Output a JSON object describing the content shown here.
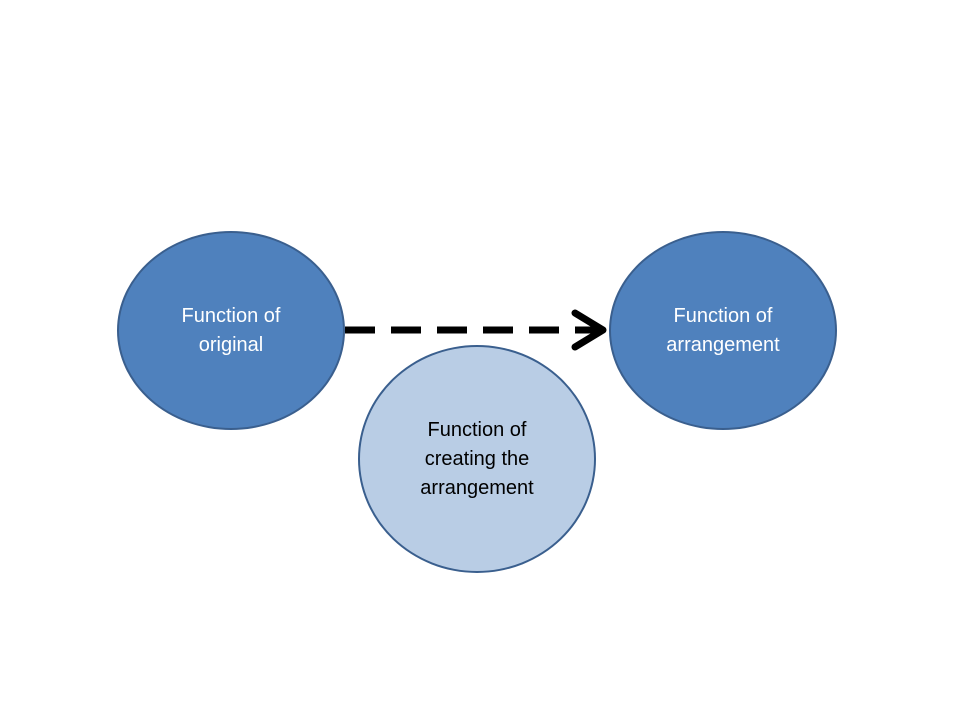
{
  "diagram": {
    "nodes": {
      "original": {
        "label": "Function of\noriginal",
        "fill": "#4f81bd",
        "text_color": "#ffffff"
      },
      "arrangement": {
        "label": "Function of\narrangement",
        "fill": "#4f81bd",
        "text_color": "#ffffff"
      },
      "creating": {
        "label": "Function of\ncreating the\narrangement",
        "fill": "#b9cde5",
        "text_color": "#000000"
      }
    },
    "edges": [
      {
        "from": "original",
        "to": "arrangement",
        "style": "dashed",
        "arrow": "open-chevron",
        "color": "#000000"
      }
    ],
    "border_color": "#3a5f8e"
  }
}
